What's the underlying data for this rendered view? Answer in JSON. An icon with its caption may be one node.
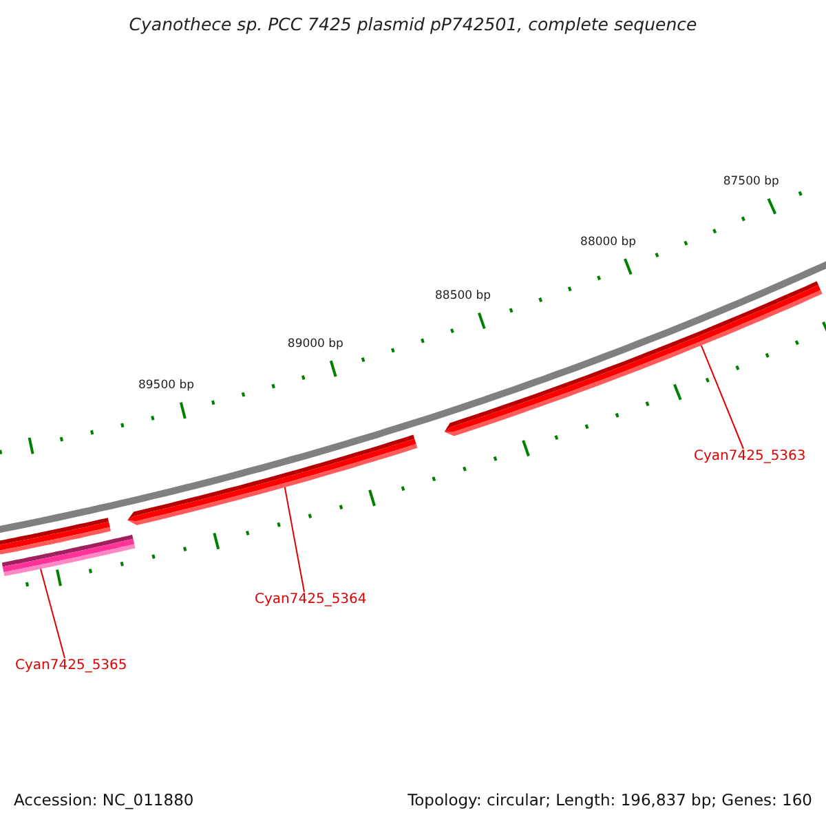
{
  "diagram": {
    "title": "Cyanothece sp. PCC 7425 plasmid pP742501, complete sequence",
    "nodes": [
      {
        "text": [],
        "shape": "bar"
      },
      {
        "text": [],
        "shape": "bar"
      },
      {
        "text": [],
        "shape": "bar"
      },
      {
        "text": [],
        "shape": "bar"
      },
      {
        "text": [
          "Cyan7425_5365"
        ]
      },
      {
        "text": [
          "Cyan7425_5364"
        ]
      },
      {
        "text": [
          "Cyan7425_5363"
        ]
      }
    ],
    "edges": [
      {
        "from": 4,
        "to": 1,
        "arrow": "none"
      },
      {
        "from": 5,
        "to": 2,
        "arrow": "none"
      },
      {
        "from": 6,
        "to": 3,
        "arrow": "none"
      }
    ],
    "labels": [
      "87500 bp",
      "88000 bp",
      "88500 bp",
      "89000 bp",
      "89500 bp",
      "Accession: NC_011880",
      "Topology: circular; Length: 196,837 bp; Genes: 160"
    ]
  }
}
